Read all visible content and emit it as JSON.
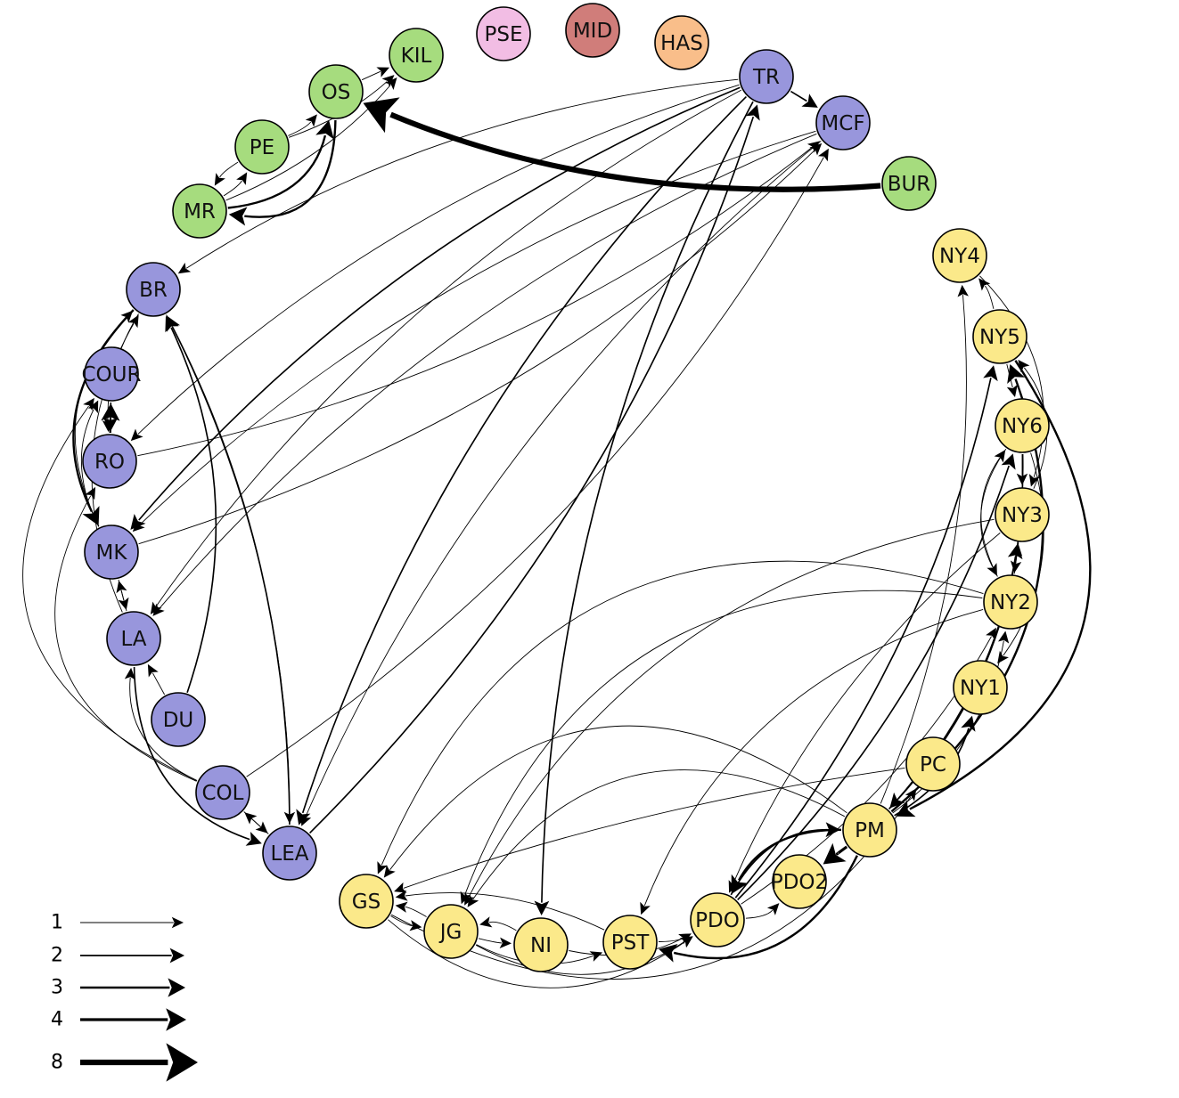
{
  "palette": {
    "green": "#a6dc7e",
    "purple": "#9896dc",
    "yellow": "#fbe98a",
    "pink": "#f2bde4",
    "brown": "#d07d7a",
    "orange": "#f9be8a"
  },
  "nodes": [
    {
      "id": "PSE",
      "label": "PSE",
      "group": "pink"
    },
    {
      "id": "MID",
      "label": "MID",
      "group": "brown"
    },
    {
      "id": "HAS",
      "label": "HAS",
      "group": "orange"
    },
    {
      "id": "KIL",
      "label": "KIL",
      "group": "green"
    },
    {
      "id": "OS",
      "label": "OS",
      "group": "green"
    },
    {
      "id": "PE",
      "label": "PE",
      "group": "green"
    },
    {
      "id": "MR",
      "label": "MR",
      "group": "green"
    },
    {
      "id": "BUR",
      "label": "BUR",
      "group": "green"
    },
    {
      "id": "TR",
      "label": "TR",
      "group": "purple"
    },
    {
      "id": "MCF",
      "label": "MCF",
      "group": "purple"
    },
    {
      "id": "BR",
      "label": "BR",
      "group": "purple"
    },
    {
      "id": "COUR",
      "label": "COUR",
      "group": "purple"
    },
    {
      "id": "RO",
      "label": "RO",
      "group": "purple"
    },
    {
      "id": "MK",
      "label": "MK",
      "group": "purple"
    },
    {
      "id": "LA",
      "label": "LA",
      "group": "purple"
    },
    {
      "id": "DU",
      "label": "DU",
      "group": "purple"
    },
    {
      "id": "COL",
      "label": "COL",
      "group": "purple"
    },
    {
      "id": "LEA",
      "label": "LEA",
      "group": "purple"
    },
    {
      "id": "NY4",
      "label": "NY4",
      "group": "yellow"
    },
    {
      "id": "NY5",
      "label": "NY5",
      "group": "yellow"
    },
    {
      "id": "NY6",
      "label": "NY6",
      "group": "yellow"
    },
    {
      "id": "NY3",
      "label": "NY3",
      "group": "yellow"
    },
    {
      "id": "NY2",
      "label": "NY2",
      "group": "yellow"
    },
    {
      "id": "NY1",
      "label": "NY1",
      "group": "yellow"
    },
    {
      "id": "PC",
      "label": "PC",
      "group": "yellow"
    },
    {
      "id": "PM",
      "label": "PM",
      "group": "yellow"
    },
    {
      "id": "PDO2",
      "label": "PDO2",
      "group": "yellow"
    },
    {
      "id": "PDO",
      "label": "PDO",
      "group": "yellow"
    },
    {
      "id": "PST",
      "label": "PST",
      "group": "yellow"
    },
    {
      "id": "NI",
      "label": "NI",
      "group": "yellow"
    },
    {
      "id": "JG",
      "label": "JG",
      "group": "yellow"
    },
    {
      "id": "GS",
      "label": "GS",
      "group": "yellow"
    }
  ],
  "edges": [
    {
      "from": "BUR",
      "to": "OS",
      "weight": 8
    },
    {
      "from": "OS",
      "to": "MR",
      "weight": 3
    },
    {
      "from": "MR",
      "to": "OS",
      "weight": 3
    },
    {
      "from": "OS",
      "to": "KIL",
      "weight": 1
    },
    {
      "from": "PE",
      "to": "OS",
      "weight": 1
    },
    {
      "from": "MR",
      "to": "PE",
      "weight": 1
    },
    {
      "from": "PE",
      "to": "MR",
      "weight": 1
    },
    {
      "from": "MR",
      "to": "KIL",
      "weight": 1
    },
    {
      "from": "PE",
      "to": "KIL",
      "weight": 1
    },
    {
      "from": "TR",
      "to": "MCF",
      "weight": 2
    },
    {
      "from": "TR",
      "to": "BR",
      "weight": 1
    },
    {
      "from": "TR",
      "to": "MK",
      "weight": 2
    },
    {
      "from": "TR",
      "to": "RO",
      "weight": 1
    },
    {
      "from": "TR",
      "to": "LA",
      "weight": 1
    },
    {
      "from": "TR",
      "to": "NI",
      "weight": 2
    },
    {
      "from": "TR",
      "to": "LEA",
      "weight": 2
    },
    {
      "from": "LEA",
      "to": "TR",
      "weight": 2
    },
    {
      "from": "MCF",
      "to": "LA",
      "weight": 1
    },
    {
      "from": "MCF",
      "to": "MK",
      "weight": 1
    },
    {
      "from": "MCF",
      "to": "LEA",
      "weight": 1
    },
    {
      "from": "RO",
      "to": "MCF",
      "weight": 1
    },
    {
      "from": "MK",
      "to": "MCF",
      "weight": 1
    },
    {
      "from": "COL",
      "to": "MCF",
      "weight": 1
    },
    {
      "from": "BR",
      "to": "MK",
      "weight": 3
    },
    {
      "from": "BR",
      "to": "RO",
      "weight": 1
    },
    {
      "from": "BR",
      "to": "LEA",
      "weight": 1
    },
    {
      "from": "COUR",
      "to": "RO",
      "weight": 2
    },
    {
      "from": "RO",
      "to": "COUR",
      "weight": 3
    },
    {
      "from": "MK",
      "to": "COUR",
      "weight": 1
    },
    {
      "from": "MK",
      "to": "LA",
      "weight": 1
    },
    {
      "from": "LA",
      "to": "MK",
      "weight": 1
    },
    {
      "from": "MK",
      "to": "BR",
      "weight": 1
    },
    {
      "from": "LA",
      "to": "BR",
      "weight": 1
    },
    {
      "from": "LEA",
      "to": "BR",
      "weight": 2
    },
    {
      "from": "DU",
      "to": "BR",
      "weight": 2
    },
    {
      "from": "DU",
      "to": "LA",
      "weight": 1
    },
    {
      "from": "LA",
      "to": "LEA",
      "weight": 2
    },
    {
      "from": "COL",
      "to": "LEA",
      "weight": 1
    },
    {
      "from": "LEA",
      "to": "COL",
      "weight": 1
    },
    {
      "from": "COL",
      "to": "LA",
      "weight": 1
    },
    {
      "from": "COL",
      "to": "RO",
      "weight": 1
    },
    {
      "from": "COL",
      "to": "COUR",
      "weight": 1
    },
    {
      "from": "PM",
      "to": "PDO2",
      "weight": 4
    },
    {
      "from": "PDO",
      "to": "PM",
      "weight": 2
    },
    {
      "from": "PM",
      "to": "PDO",
      "weight": 3
    },
    {
      "from": "PM",
      "to": "PST",
      "weight": 3
    },
    {
      "from": "PM",
      "to": "NY5",
      "weight": 3
    },
    {
      "from": "NY5",
      "to": "PM",
      "weight": 3
    },
    {
      "from": "PM",
      "to": "NY1",
      "weight": 2
    },
    {
      "from": "PM",
      "to": "NY3",
      "weight": 2
    },
    {
      "from": "NY6",
      "to": "PM",
      "weight": 2
    },
    {
      "from": "PM",
      "to": "NY4",
      "weight": 1
    },
    {
      "from": "PM",
      "to": "GS",
      "weight": 1
    },
    {
      "from": "PM",
      "to": "JG",
      "weight": 1
    },
    {
      "from": "PM",
      "to": "NY2",
      "weight": 1
    },
    {
      "from": "PC",
      "to": "GS",
      "weight": 1
    },
    {
      "from": "GS",
      "to": "PC",
      "weight": 1
    },
    {
      "from": "PDO",
      "to": "PDO2",
      "weight": 1
    },
    {
      "from": "PDO",
      "to": "NY5",
      "weight": 2
    },
    {
      "from": "PDO",
      "to": "NY6",
      "weight": 2
    },
    {
      "from": "PDO",
      "to": "NY2",
      "weight": 1
    },
    {
      "from": "NY3",
      "to": "PDO",
      "weight": 1
    },
    {
      "from": "PST",
      "to": "PDO",
      "weight": 1
    },
    {
      "from": "NI",
      "to": "PDO",
      "weight": 1
    },
    {
      "from": "JG",
      "to": "PDO",
      "weight": 1
    },
    {
      "from": "GS",
      "to": "PDO",
      "weight": 1
    },
    {
      "from": "JG",
      "to": "PST",
      "weight": 1
    },
    {
      "from": "NI",
      "to": "JG",
      "weight": 1
    },
    {
      "from": "JG",
      "to": "NI",
      "weight": 1
    },
    {
      "from": "GS",
      "to": "JG",
      "weight": 1
    },
    {
      "from": "JG",
      "to": "GS",
      "weight": 1
    },
    {
      "from": "PST",
      "to": "GS",
      "weight": 1
    },
    {
      "from": "NY3",
      "to": "JG",
      "weight": 1
    },
    {
      "from": "NY2",
      "to": "PST",
      "weight": 1
    },
    {
      "from": "NY2",
      "to": "JG",
      "weight": 1
    },
    {
      "from": "NY2",
      "to": "GS",
      "weight": 1
    },
    {
      "from": "NY5",
      "to": "NY4",
      "weight": 1
    },
    {
      "from": "NY5",
      "to": "NY6",
      "weight": 1
    },
    {
      "from": "NY6",
      "to": "NY3",
      "weight": 1
    },
    {
      "from": "NY3",
      "to": "NY2",
      "weight": 1
    },
    {
      "from": "NY2",
      "to": "NY3",
      "weight": 1
    },
    {
      "from": "NY2",
      "to": "NY6",
      "weight": 1
    },
    {
      "from": "NY6",
      "to": "NY2",
      "weight": 1
    },
    {
      "from": "NY4",
      "to": "NY3",
      "weight": 1
    },
    {
      "from": "NY6",
      "to": "NY1",
      "weight": 1
    },
    {
      "from": "NY3",
      "to": "NY5",
      "weight": 1
    }
  ],
  "legend": [
    {
      "label": "1",
      "weight": 1
    },
    {
      "label": "2",
      "weight": 2
    },
    {
      "label": "3",
      "weight": 3
    },
    {
      "label": "4",
      "weight": 4
    },
    {
      "label": "8",
      "weight": 8
    }
  ]
}
